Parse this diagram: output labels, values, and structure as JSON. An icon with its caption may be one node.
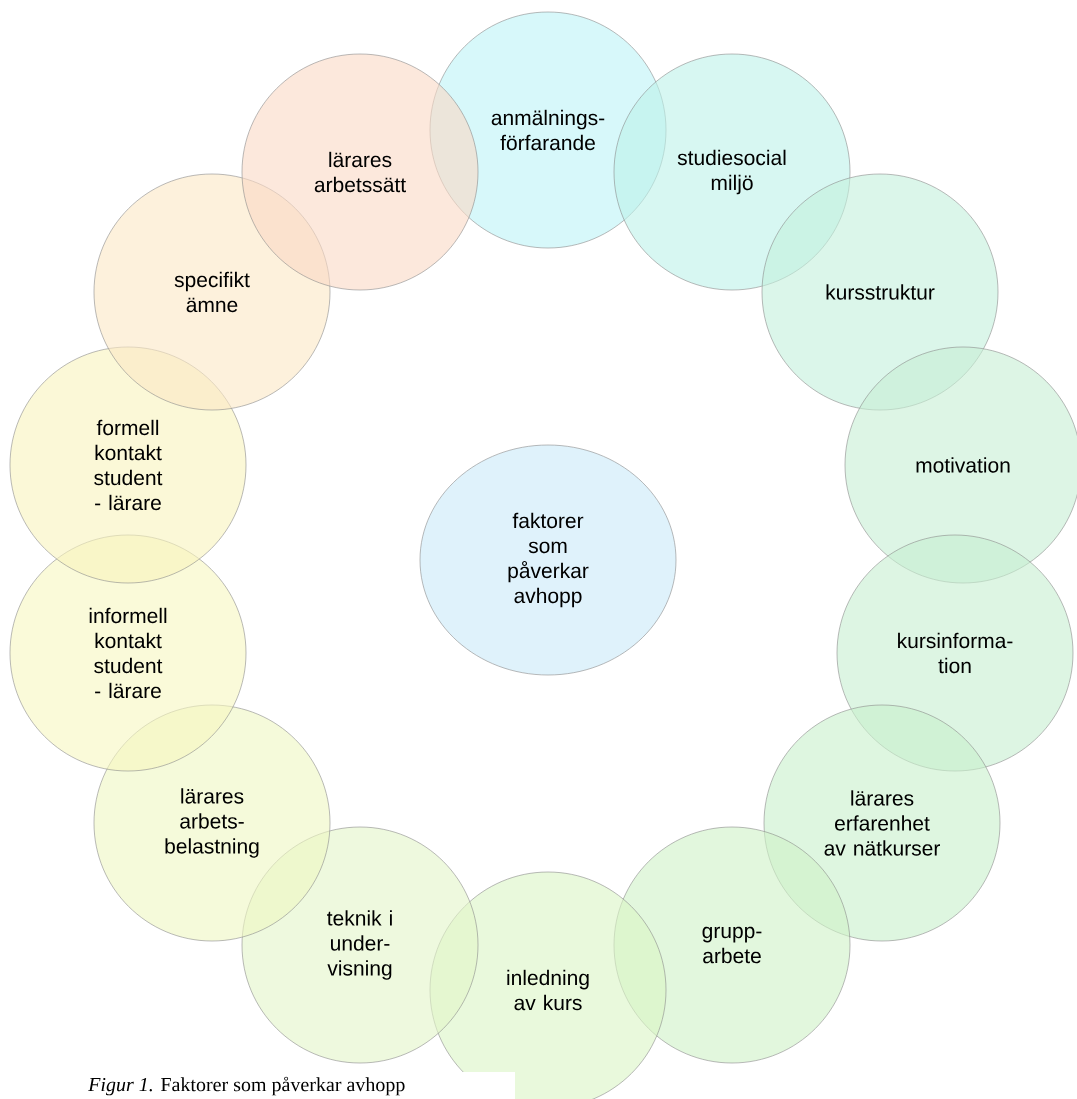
{
  "diagram": {
    "caption": "*Figur 1.* Faktorer som påverkar avhopp",
    "nodes": [
      {
        "text": [
          "faktorer som påverkar avhopp"
        ]
      },
      {
        "text": [
          "anmälnings- förfarande"
        ]
      },
      {
        "text": [
          "studiesocial miljö"
        ]
      },
      {
        "text": [
          "kursstruktur"
        ]
      },
      {
        "text": [
          "motivation"
        ]
      },
      {
        "text": [
          "kursinforma- tion"
        ]
      },
      {
        "text": [
          "lärares erfarenhet av nätkurser"
        ]
      },
      {
        "text": [
          "grupp- arbete"
        ]
      },
      {
        "text": [
          "inledning av kurs"
        ]
      },
      {
        "text": [
          "teknik i under- visning"
        ]
      },
      {
        "text": [
          "lärares arbets- belastning"
        ]
      },
      {
        "text": [
          "informell kontakt student - lärare"
        ]
      },
      {
        "text": [
          "formell kontakt student - lärare"
        ]
      },
      {
        "text": [
          "specifikt ämne"
        ]
      },
      {
        "text": [
          "lärares arbetssätt"
        ]
      }
    ]
  }
}
